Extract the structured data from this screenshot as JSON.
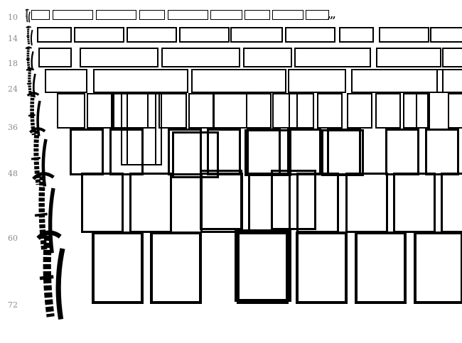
{
  "preview": {
    "sizes": [
      "10",
      "14",
      "18",
      "24",
      "36",
      "48",
      "60",
      "72"
    ],
    "sample_tail_10": ",,,"
  },
  "colors": {
    "ink": "#000000",
    "label": "#8c8c8c",
    "background": "#ffffff"
  }
}
